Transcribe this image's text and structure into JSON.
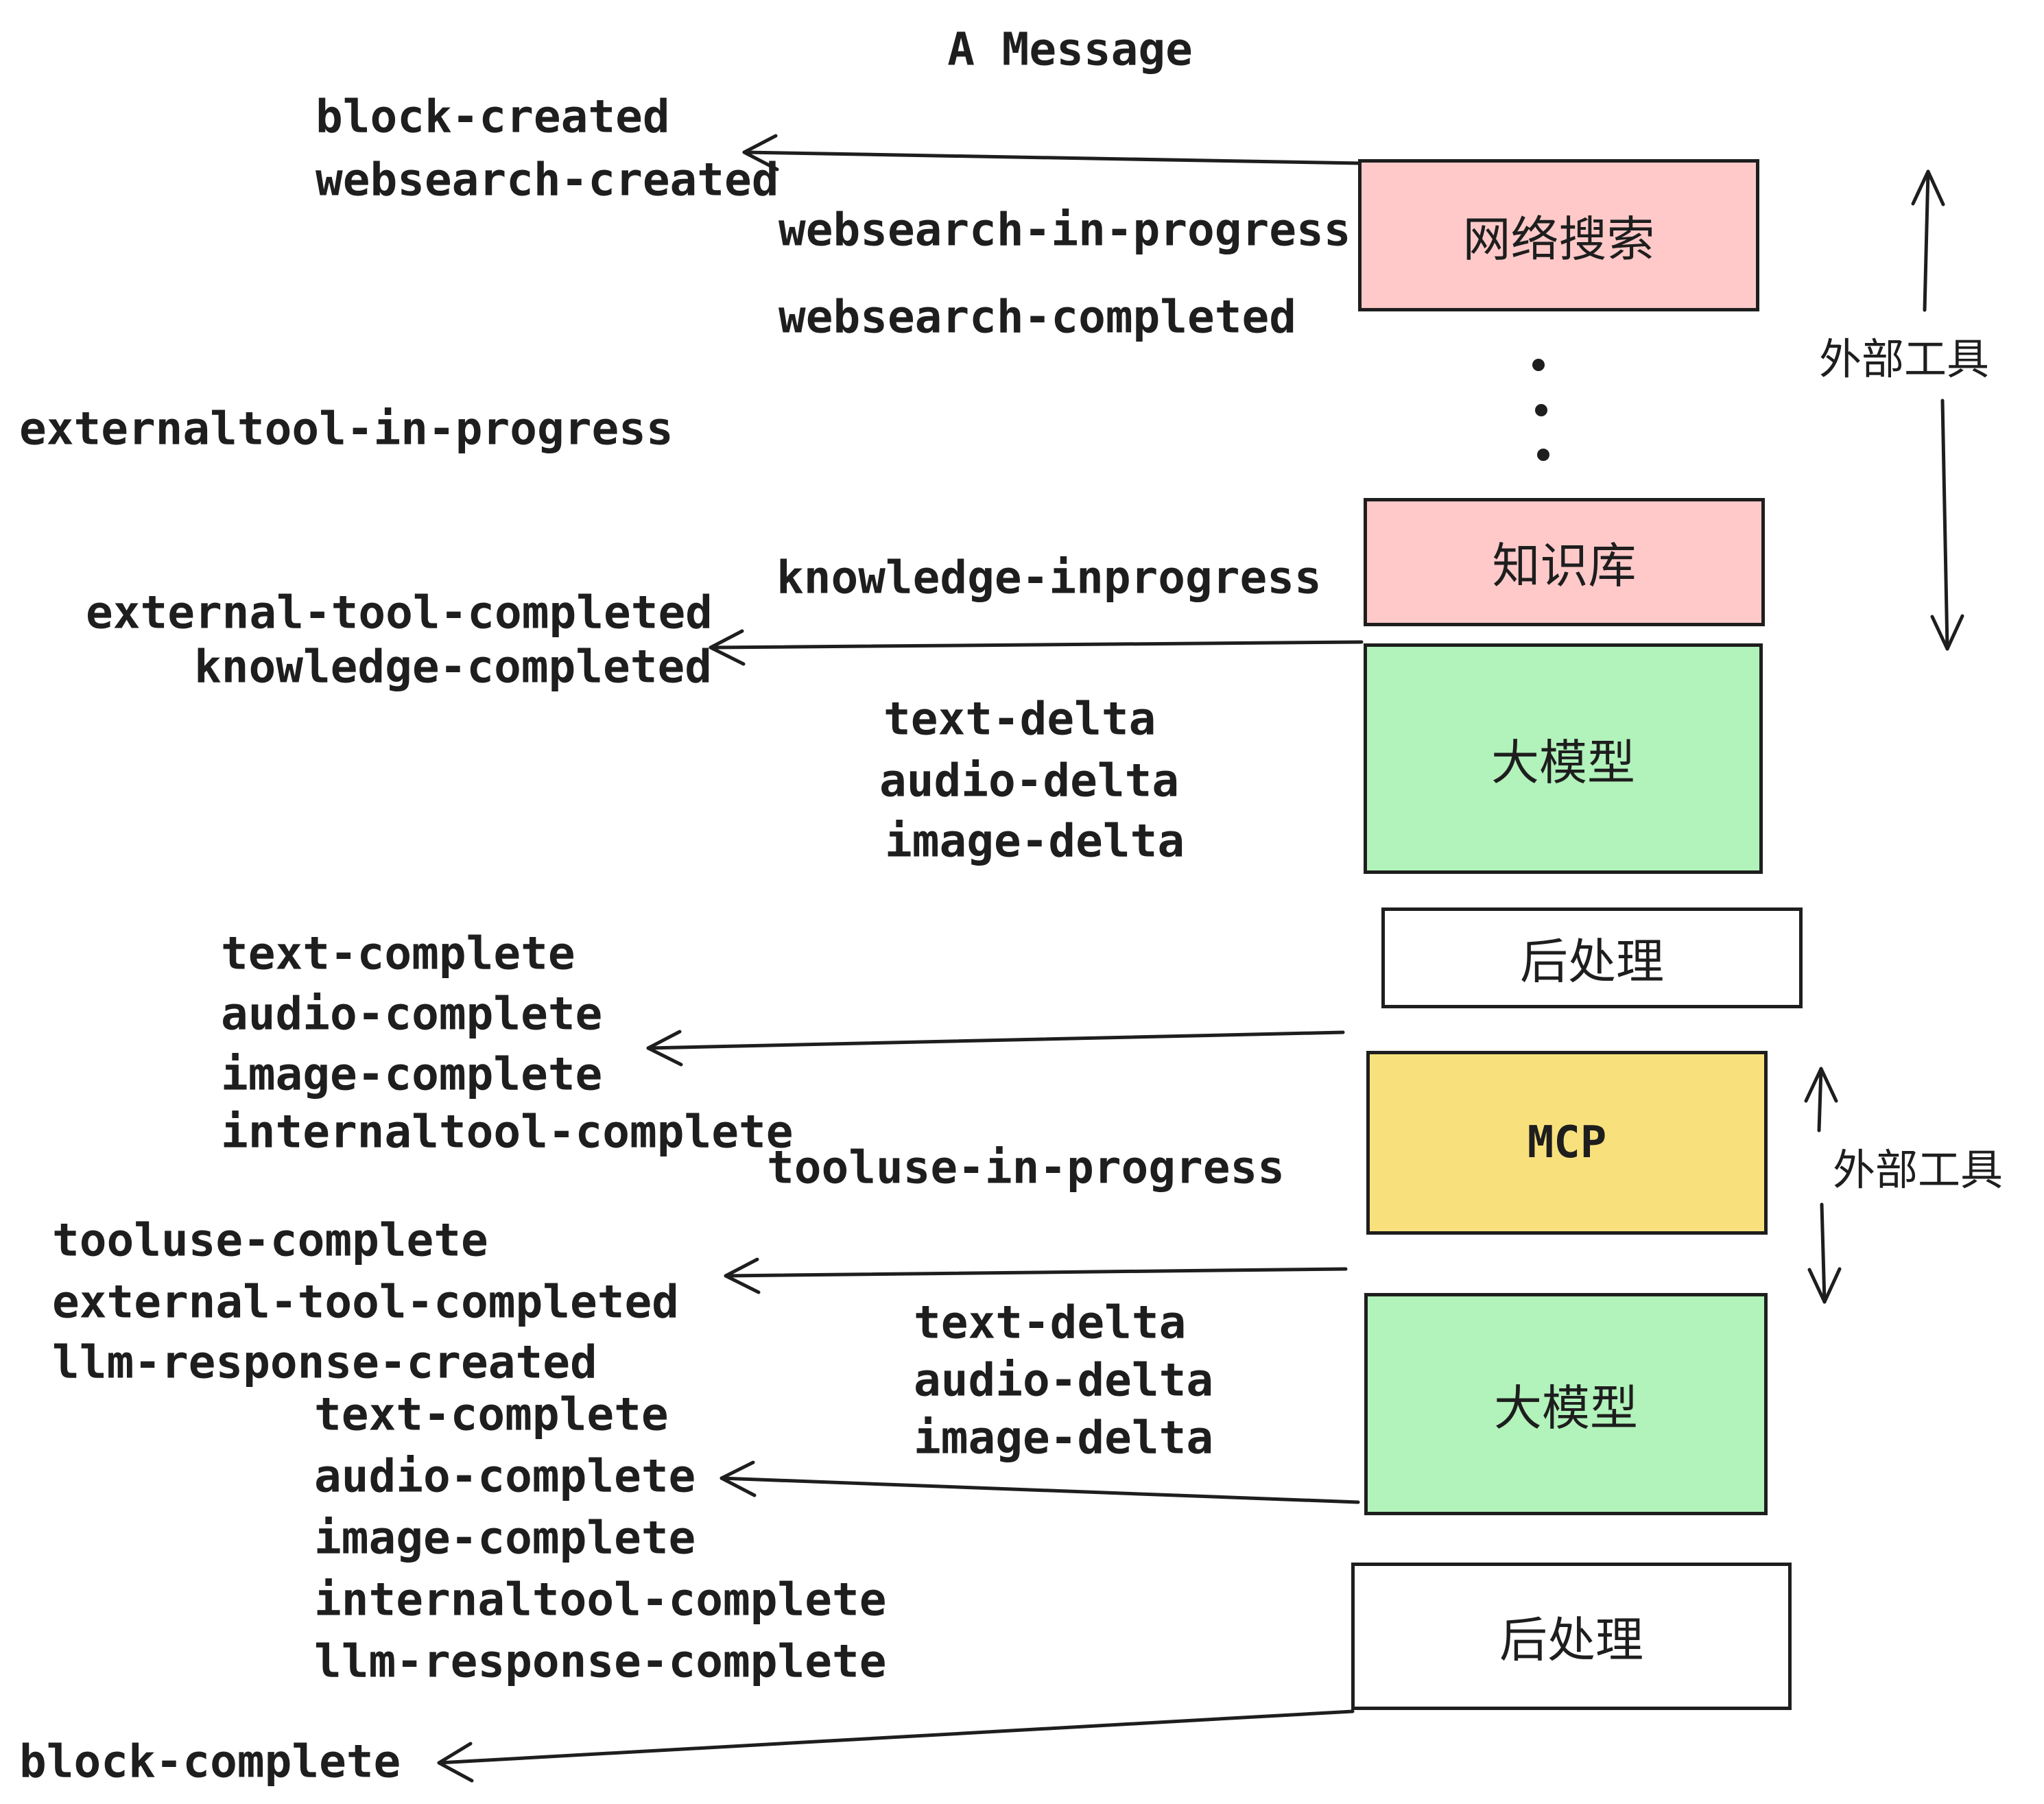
{
  "title": "A Message",
  "colors": {
    "ink": "#1e1e1e",
    "pink": "#ffc9c9",
    "green": "#b2f2bb",
    "yellow": "#f8e17d",
    "white": "#ffffff",
    "background": "#ffffff"
  },
  "boxes": [
    {
      "id": "websearch",
      "label": "网络搜索",
      "color": "#ffc9c9"
    },
    {
      "id": "knowledge",
      "label": "知识库",
      "color": "#ffc9c9"
    },
    {
      "id": "llm-1",
      "label": "大模型",
      "color": "#b2f2bb"
    },
    {
      "id": "postprocess-1",
      "label": "后处理",
      "color": "#ffffff"
    },
    {
      "id": "mcp",
      "label": "MCP",
      "color": "#f8e17d"
    },
    {
      "id": "llm-2",
      "label": "大模型",
      "color": "#b2f2bb"
    },
    {
      "id": "postprocess-2",
      "label": "后处理",
      "color": "#ffffff"
    }
  ],
  "side_annotations": [
    {
      "id": "external-tools-top",
      "text": "外部工具"
    },
    {
      "id": "external-tools-mcp",
      "text": "外部工具"
    }
  ],
  "events": [
    {
      "id": "block-created",
      "text": "block-created"
    },
    {
      "id": "websearch-created",
      "text": "websearch-created"
    },
    {
      "id": "websearch-in-progress",
      "text": "websearch-in-progress"
    },
    {
      "id": "websearch-completed",
      "text": "websearch-completed"
    },
    {
      "id": "externaltool-in-progress",
      "text": "externaltool-in-progress"
    },
    {
      "id": "knowledge-inprogress",
      "text": "knowledge-inprogress"
    },
    {
      "id": "external-tool-completed-1",
      "text": "external-tool-completed"
    },
    {
      "id": "knowledge-completed",
      "text": "knowledge-completed"
    },
    {
      "id": "text-delta-1",
      "text": "text-delta"
    },
    {
      "id": "audio-delta-1",
      "text": "audio-delta"
    },
    {
      "id": "image-delta-1",
      "text": "image-delta"
    },
    {
      "id": "text-complete-1",
      "text": "text-complete"
    },
    {
      "id": "audio-complete-1",
      "text": "audio-complete"
    },
    {
      "id": "image-complete-1",
      "text": "image-complete"
    },
    {
      "id": "internaltool-complete-1",
      "text": "internaltool-complete"
    },
    {
      "id": "tooluse-in-progress",
      "text": "tooluse-in-progress"
    },
    {
      "id": "tooluse-complete",
      "text": "tooluse-complete"
    },
    {
      "id": "external-tool-completed-2",
      "text": "external-tool-completed"
    },
    {
      "id": "llm-response-created",
      "text": "llm-response-created"
    },
    {
      "id": "text-delta-2",
      "text": "text-delta"
    },
    {
      "id": "audio-delta-2",
      "text": "audio-delta"
    },
    {
      "id": "image-delta-2",
      "text": "image-delta"
    },
    {
      "id": "text-complete-2",
      "text": "text-complete"
    },
    {
      "id": "audio-complete-2",
      "text": "audio-complete"
    },
    {
      "id": "image-complete-2",
      "text": "image-complete"
    },
    {
      "id": "internaltool-complete-2",
      "text": "internaltool-complete"
    },
    {
      "id": "llm-response-complete",
      "text": "llm-response-complete"
    },
    {
      "id": "block-complete",
      "text": "block-complete"
    }
  ]
}
